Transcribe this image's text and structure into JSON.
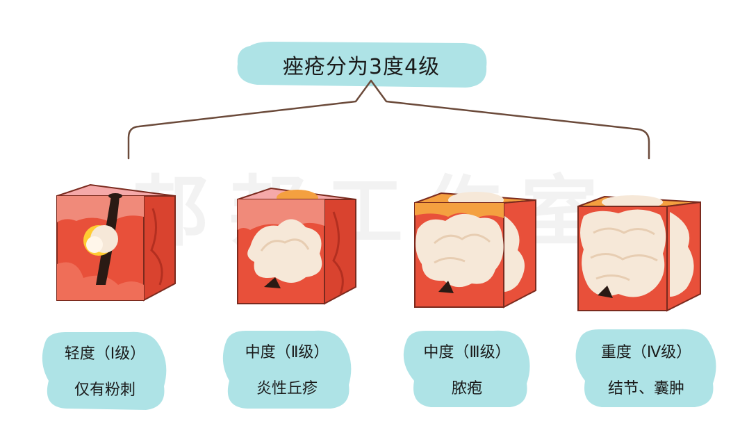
{
  "title": "痤疮分为3度4级",
  "watermark": "邦邦工作室",
  "colors": {
    "bubble": "#aee3e6",
    "bracket": "#6b4a3a",
    "skin_red": "#e8503a",
    "skin_pink": "#f07a6a",
    "pus": "#f6e8d8",
    "yellow": "#ffcc33",
    "outline": "#7a2a1e"
  },
  "levels": [
    {
      "grade": "轻度（Ⅰ级）",
      "desc": "仅有粉刺"
    },
    {
      "grade": "中度（Ⅱ级）",
      "desc": "炎性丘疹"
    },
    {
      "grade": "中度（Ⅲ级）",
      "desc": "脓疱"
    },
    {
      "grade": "重度（Ⅳ级）",
      "desc": "结节、囊肿"
    }
  ]
}
